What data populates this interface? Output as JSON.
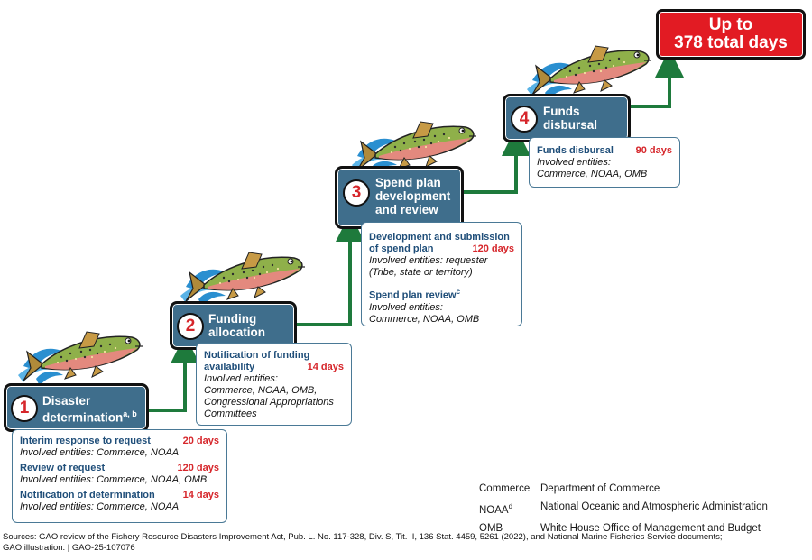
{
  "steps": [
    {
      "number": "1",
      "label_line1": "Disaster",
      "label_line2": "determination",
      "footnote": "a, b"
    },
    {
      "number": "2",
      "label_line1": "Funding",
      "label_line2": "allocation"
    },
    {
      "number": "3",
      "label_line1": "Spend plan",
      "label_line2": "development",
      "label_line3": "and review"
    },
    {
      "number": "4",
      "label_line1": "Funds",
      "label_line2": "disbursal"
    }
  ],
  "info_boxes": {
    "step1": [
      {
        "title": "Interim response to request",
        "days": "20 days",
        "involved": "Involved entities: Commerce, NOAA"
      },
      {
        "title": "Review of request",
        "days": "120 days",
        "involved": "Involved entities: Commerce, NOAA, OMB"
      },
      {
        "title": "Notification of determination",
        "days": "14 days",
        "involved": "Involved entities: Commerce, NOAA"
      }
    ],
    "step2": {
      "title_line1": "Notification of funding",
      "title_line2": "availability",
      "days": "14 days",
      "involved_line1": "Involved entities:",
      "involved_line2": "Commerce, NOAA, OMB,",
      "involved_line3": "Congressional Appropriations",
      "involved_line4": "Committees"
    },
    "step3": {
      "item1_title_line1": "Development and submission",
      "item1_title_line2": "of spend plan",
      "item1_days": "120 days",
      "item1_involved_line1": "Involved entities: requester",
      "item1_involved_line2": "(Tribe, state or territory)",
      "item2_title": "Spend plan review",
      "item2_footnote": "c",
      "item2_involved_line1": "Involved entities:",
      "item2_involved_line2": "Commerce, NOAA, OMB"
    },
    "step4": {
      "title": "Funds disbursal",
      "days": "90 days",
      "involved_line1": "Involved entities:",
      "involved_line2": "Commerce, NOAA, OMB"
    }
  },
  "total": {
    "line1": "Up to",
    "line2": "378 total days"
  },
  "legend": [
    {
      "abbr": "Commerce",
      "footnote": "",
      "meaning": "Department of Commerce"
    },
    {
      "abbr": "NOAA",
      "footnote": "d",
      "meaning": "National Oceanic and Atmospheric Administration"
    },
    {
      "abbr": "OMB",
      "footnote": "",
      "meaning": "White House Office of Management and Budget"
    }
  ],
  "source_line1": "Sources: GAO review of the Fishery Resource Disasters Improvement Act, Pub. L. No. 117-328, Div. S, Tit. II, 136 Stat. 4459, 5261 (2022), and National Marine Fisheries Service documents;",
  "source_line2": "GAO illustration.  |  GAO-25-107076",
  "colors": {
    "step_fill": "#3f6e8c",
    "arrow": "#1e7a3c",
    "days": "#d6262b",
    "title_text": "#1f4e79",
    "total_fill": "#e21b23",
    "box_border": "#4a7996"
  },
  "icons": [
    "fish-icon",
    "splash-icon"
  ]
}
